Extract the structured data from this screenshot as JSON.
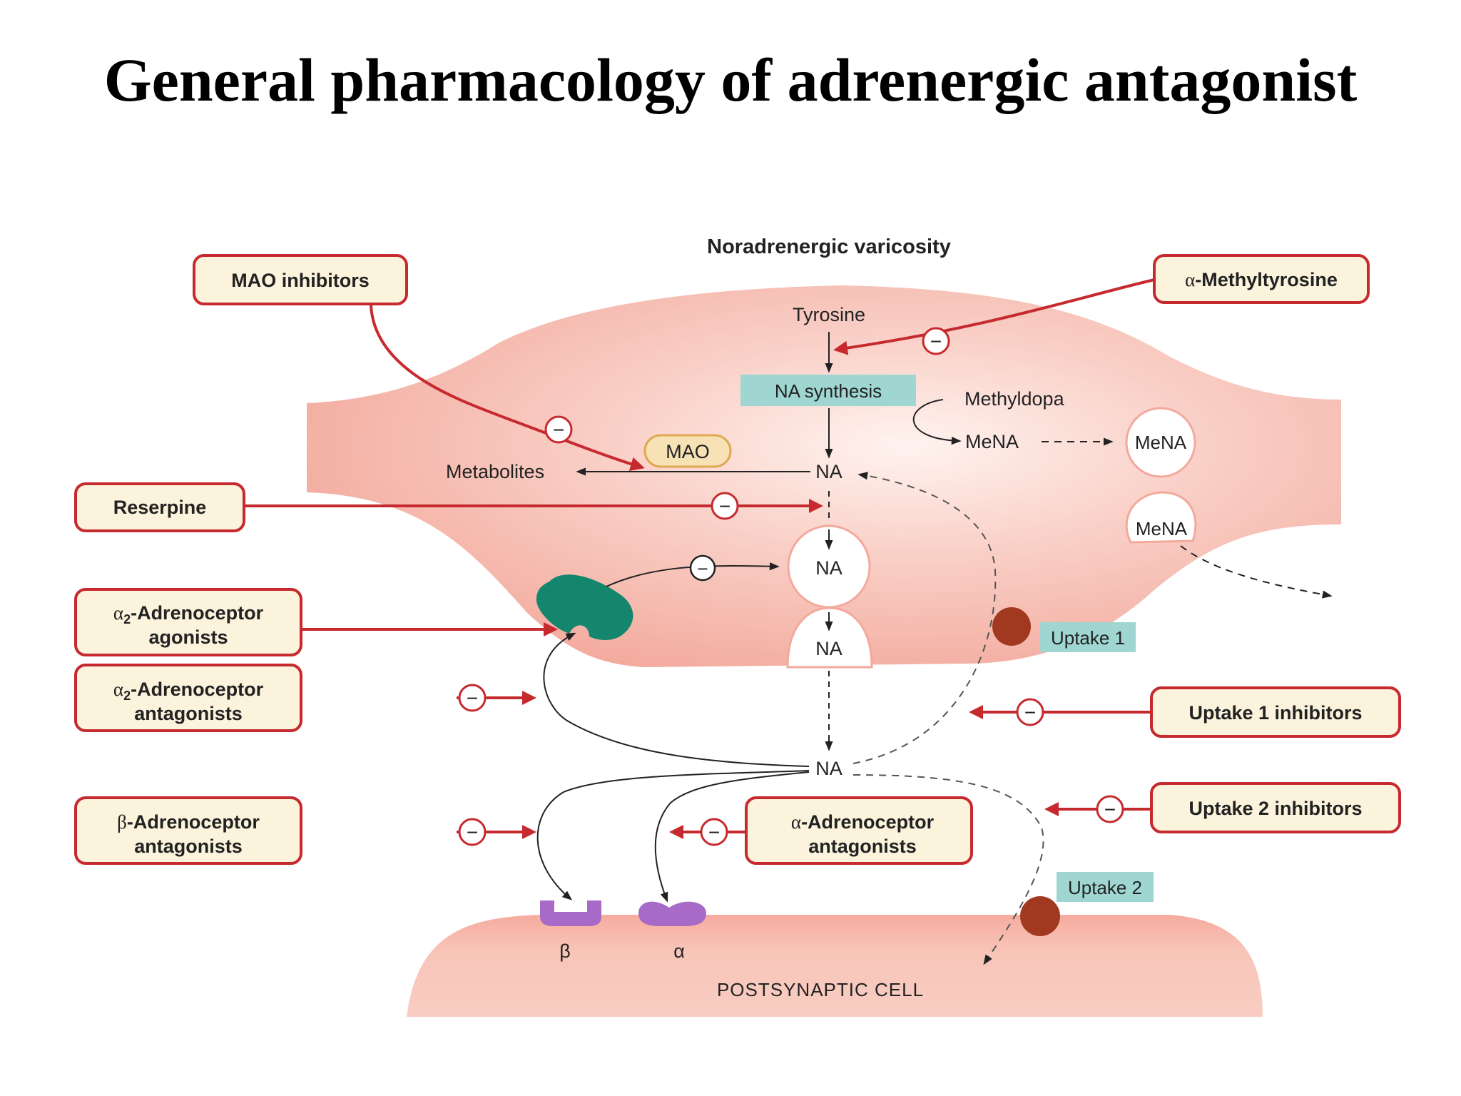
{
  "title": "General pharmacology of adrenergic antagonist",
  "colors": {
    "presynaptic": "#f6b3a8",
    "postsynaptic": "#f7b8ac",
    "drug_box_border": "#c62a2f",
    "drug_box_fill": "#fbf3dc",
    "teal_label": "#9fd6d2",
    "receptor_teal": "#15866e",
    "receptor_purple": "#a76bc7",
    "transporter": "#a0391f"
  },
  "diagram": {
    "varicosity_label": "Noradrenergic varicosity",
    "tyrosine": "Tyrosine",
    "na_synthesis": "NA synthesis",
    "methyldopa": "Methyldopa",
    "mena": "MeNA",
    "mena_vesicle_1": "MeNA",
    "mena_vesicle_2": "MeNA",
    "mao": "MAO",
    "metabolites": "Metabolites",
    "na_cytoplasm": "NA",
    "na_vesicle": "NA",
    "na_vesicle_release": "NA",
    "na_cleft": "NA",
    "uptake1": "Uptake 1",
    "uptake2": "Uptake 2",
    "beta": "β",
    "alpha": "α",
    "postsynaptic_cell": "POSTSYNAPTIC CELL",
    "inhibit_symbol": "−"
  },
  "drugs": {
    "mao_inhibitors": "MAO inhibitors",
    "methyltyrosine_prefix": "α",
    "methyltyrosine": "-Methyltyrosine",
    "reserpine": "Reserpine",
    "a2_agonists_prefix": "α",
    "a2_agonists_sub": "2",
    "a2_agonists_line1": "-Adrenoceptor",
    "a2_agonists_line2": "agonists",
    "a2_antagonists_prefix": "α",
    "a2_antagonists_sub": "2",
    "a2_antagonists_line1": "-Adrenoceptor",
    "a2_antagonists_line2": "antagonists",
    "beta_antagonists_prefix": "β",
    "beta_antagonists_line1": "-Adrenoceptor",
    "beta_antagonists_line2": "antagonists",
    "alpha_antagonists_prefix": "α",
    "alpha_antagonists_line1": "-Adrenoceptor",
    "alpha_antagonists_line2": "antagonists",
    "uptake1_inhibitors": "Uptake 1 inhibitors",
    "uptake2_inhibitors": "Uptake 2 inhibitors"
  }
}
